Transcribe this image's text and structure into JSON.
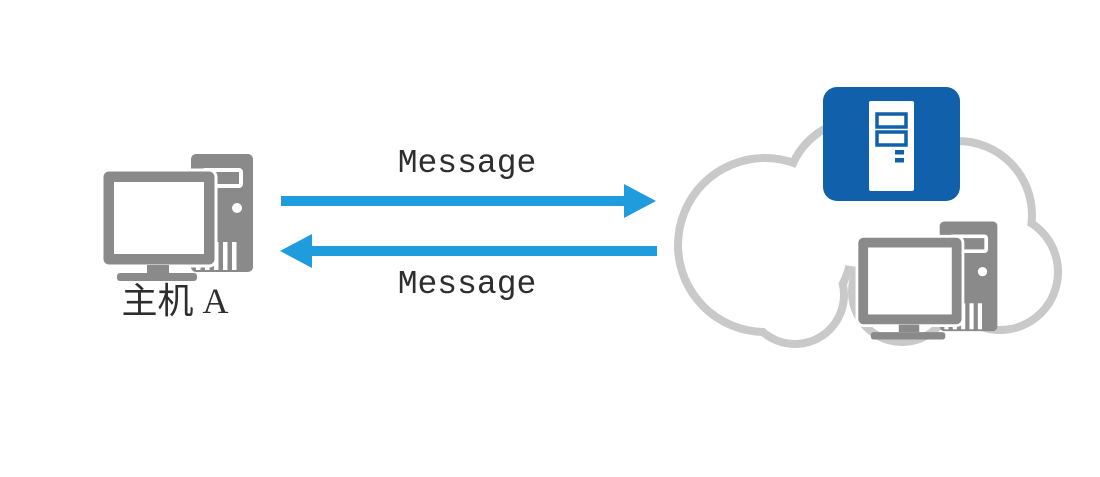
{
  "labels": {
    "host": "主机 A",
    "arrow_top": "Message",
    "arrow_bottom": "Message"
  },
  "colors": {
    "background": "#ffffff",
    "computer_gray": "#8a8a8a",
    "arrow_blue": "#1e9cdd",
    "server_blue": "#1160ab",
    "cloud_gray": "#c9c9c9",
    "label_text": "#2e2e2e"
  },
  "icons": {
    "host-computer-icon": "gray desktop computer with tower",
    "cloud-icon": "light gray cloud outline",
    "cloud-server-icon": "white server tower on blue rounded square",
    "cloud-computer-icon": "gray desktop computer with tower",
    "arrow-right-icon": "solid rightward arrow",
    "arrow-left-icon": "solid leftward arrow"
  }
}
